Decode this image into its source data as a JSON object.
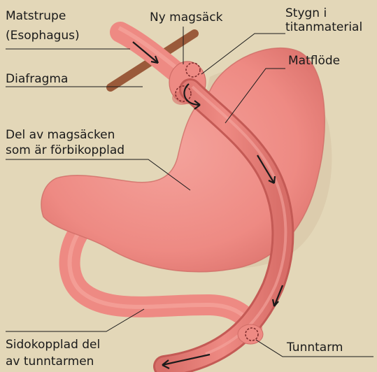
{
  "labels": {
    "esophagus_line1": "Matstrupe",
    "esophagus_line2": "(Esophagus)",
    "new_stomach": "Ny magsäck",
    "staples_line1": "Stygn i",
    "staples_line2": "titanmaterial",
    "food_flow": "Matflöde",
    "diaphragm": "Diafragma",
    "bypassed_line1": "Del av magsäcken",
    "bypassed_line2": "som är förbikopplad",
    "side_intestine_line1": "Sidokopplad del",
    "side_intestine_line2": "av tunntarmen",
    "small_intestine": "Tunntarm"
  },
  "colors": {
    "background": "#e3d7b8",
    "tissue": "#ee8a83",
    "tissue_dark": "#c45a55",
    "tissue_light": "#f6aaa2",
    "shadow": "#d8c8a8",
    "diaphragm": "#9a5a3a",
    "arrow": "#1a1a1a",
    "text": "#1a1a1a"
  }
}
